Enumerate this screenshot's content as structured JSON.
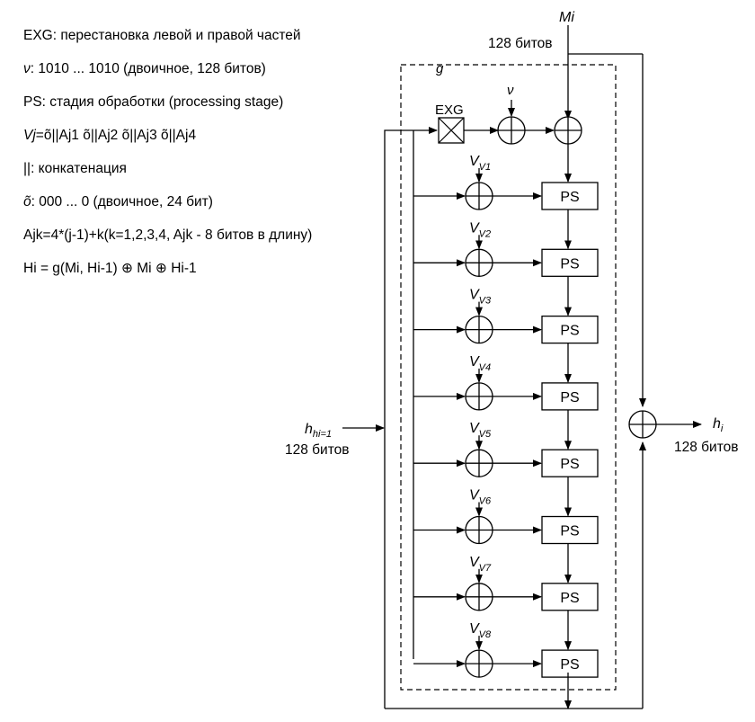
{
  "legend": {
    "exg_desc": "EXG: перестановка левой и правой частей",
    "nu_symbol": "ν",
    "nu_desc": ": 1010 ... 1010 (двоичное, 128 битов)",
    "ps_desc": "PS: стадия обработки (processing stage)",
    "v_formula_lhs": "Vj",
    "v_formula_rhs": "=õ||Aj1 õ||Aj2 õ||Aj3 õ||Aj4",
    "concat_symbol": "||",
    "concat_desc": ": конкатенация",
    "otilde_symbol": "õ",
    "otilde_desc": ": 000 ... 0 (двоичное, 24 бит)",
    "a_formula": "Ajk=4*(j-1)+k(k=1,2,3,4, Ajk - 8 битов в длину)",
    "h_formula": "Hi = g(Mi, Hi-1) ⊕ Mi ⊕ Hi-1"
  },
  "diagram": {
    "m_input_label": "Mi",
    "m_bits_label": "128 битов",
    "g_label": "g",
    "exg_label": "EXG",
    "nu_label": "ν",
    "h_input_label": "hi=1",
    "h_input_bits": "128 битов",
    "h_output_label": "hi",
    "h_output_bits": "128 битов",
    "ps_label": "PS",
    "v_labels": [
      "V1",
      "V2",
      "V3",
      "V4",
      "V5",
      "V6",
      "V7",
      "V8"
    ]
  }
}
